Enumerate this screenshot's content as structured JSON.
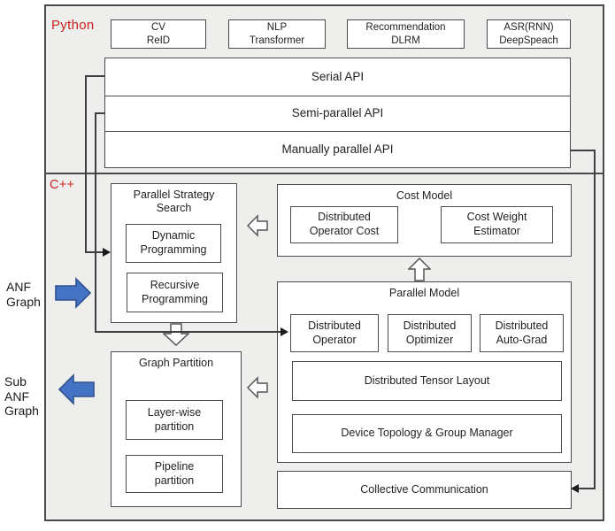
{
  "colors": {
    "section_label_red": "#cc2222",
    "blue_arrow_fill": "#4472c4",
    "blue_arrow_stroke": "#2f528f",
    "box_border": "#4a4a4a",
    "section_background": "#eeeeec"
  },
  "python_section": {
    "label": "Python",
    "app_boxes": [
      "CV\nReID",
      "NLP\nTransformer",
      "Recommendation\nDLRM",
      "ASR(RNN)\nDeepSpeach"
    ],
    "api_layers": [
      "Serial API",
      "Semi-parallel API",
      "Manually parallel API"
    ]
  },
  "cpp_section": {
    "label": "C++",
    "parallel_strategy_search": {
      "title": "Parallel Strategy\nSearch",
      "items": [
        "Dynamic\nProgramming",
        "Recursive\nProgramming"
      ]
    },
    "cost_model": {
      "title": "Cost Model",
      "items": [
        "Distributed\nOperator Cost",
        "Cost Weight\nEstimator"
      ]
    },
    "parallel_model": {
      "title": "Parallel Model",
      "row_items": [
        "Distributed\nOperator",
        "Distributed\nOptimizer",
        "Distributed\nAuto-Grad"
      ],
      "wide_items": [
        "Distributed Tensor Layout",
        "Device Topology & Group Manager"
      ]
    },
    "collective_communication": "Collective Communication",
    "graph_partition": {
      "title": "Graph Partition",
      "items": [
        "Layer-wise\npartition",
        "Pipeline\npartition"
      ]
    }
  },
  "side_labels": {
    "input": "ANF\nGraph",
    "output": "Sub\nANF\nGraph"
  }
}
